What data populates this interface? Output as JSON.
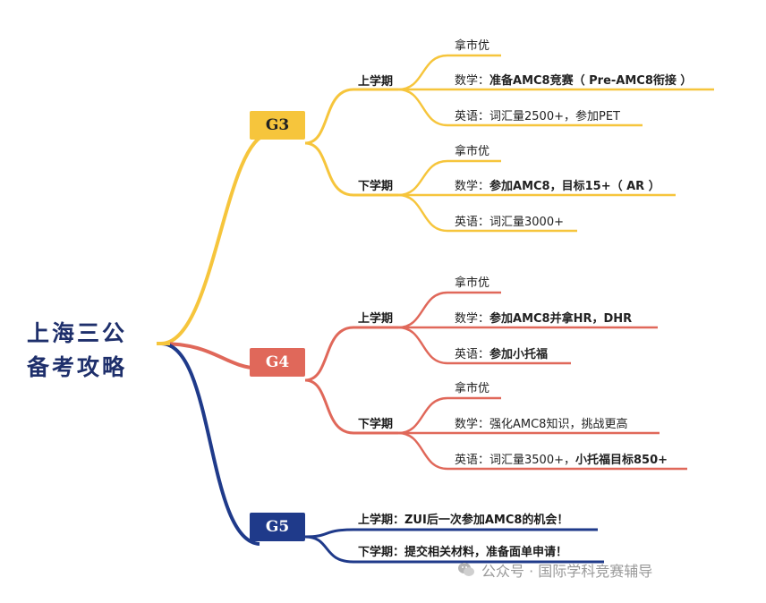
{
  "root": {
    "line1": "上海三公",
    "line2": "备考攻略"
  },
  "colors": {
    "g3": "#f6c53c",
    "g4": "#e0685a",
    "g5": "#1f3a8a",
    "root_text": "#1e2f6b"
  },
  "grades": {
    "g3": {
      "label": "G3",
      "term1": {
        "label": "上学期",
        "items": [
          {
            "prefix": "拿市优",
            "bold": ""
          },
          {
            "prefix": "数学：",
            "bold": "准备AMC8竞赛（ Pre-AMC8衔接 ）"
          },
          {
            "prefix": "英语：词汇量2500+，参加PET",
            "bold": ""
          }
        ]
      },
      "term2": {
        "label": "下学期",
        "items": [
          {
            "prefix": "拿市优",
            "bold": ""
          },
          {
            "prefix": "数学：",
            "bold": "参加AMC8，目标15+（ AR ）"
          },
          {
            "prefix": "英语：词汇量3000+",
            "bold": ""
          }
        ]
      }
    },
    "g4": {
      "label": "G4",
      "term1": {
        "label": "上学期",
        "items": [
          {
            "prefix": "拿市优",
            "bold": ""
          },
          {
            "prefix": "数学：",
            "bold": "参加AMC8并拿HR，DHR"
          },
          {
            "prefix": "英语：",
            "bold": "参加小托福"
          }
        ]
      },
      "term2": {
        "label": "下学期",
        "items": [
          {
            "prefix": "拿市优",
            "bold": ""
          },
          {
            "prefix": "数学：强化AMC8知识，挑战更高",
            "bold": ""
          },
          {
            "prefix": "英语：词汇量3500+，",
            "bold": "小托福目标850+"
          }
        ]
      }
    },
    "g5": {
      "label": "G5",
      "term1": "上学期：ZUI后一次参加AMC8的机会！",
      "term2": "下学期：提交相关材料，准备面单申请！"
    }
  },
  "watermark": "公众号 · 国际学科竞赛辅导"
}
